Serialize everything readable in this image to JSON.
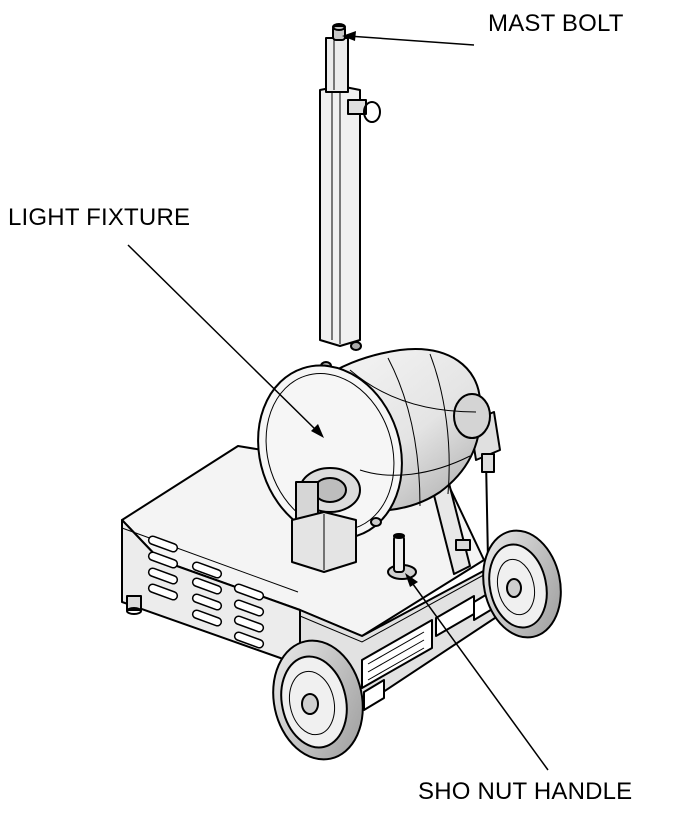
{
  "labels": {
    "mast_bolt": "MAST BOLT",
    "light_fixture": "LIGHT FIXTURE",
    "sho_nut_handle": "SHO NUT HANDLE"
  },
  "colors": {
    "line": "#000000",
    "body_fill": "#f2f2f2",
    "shade_fill": "#d0d0d0",
    "background": "#ffffff"
  }
}
